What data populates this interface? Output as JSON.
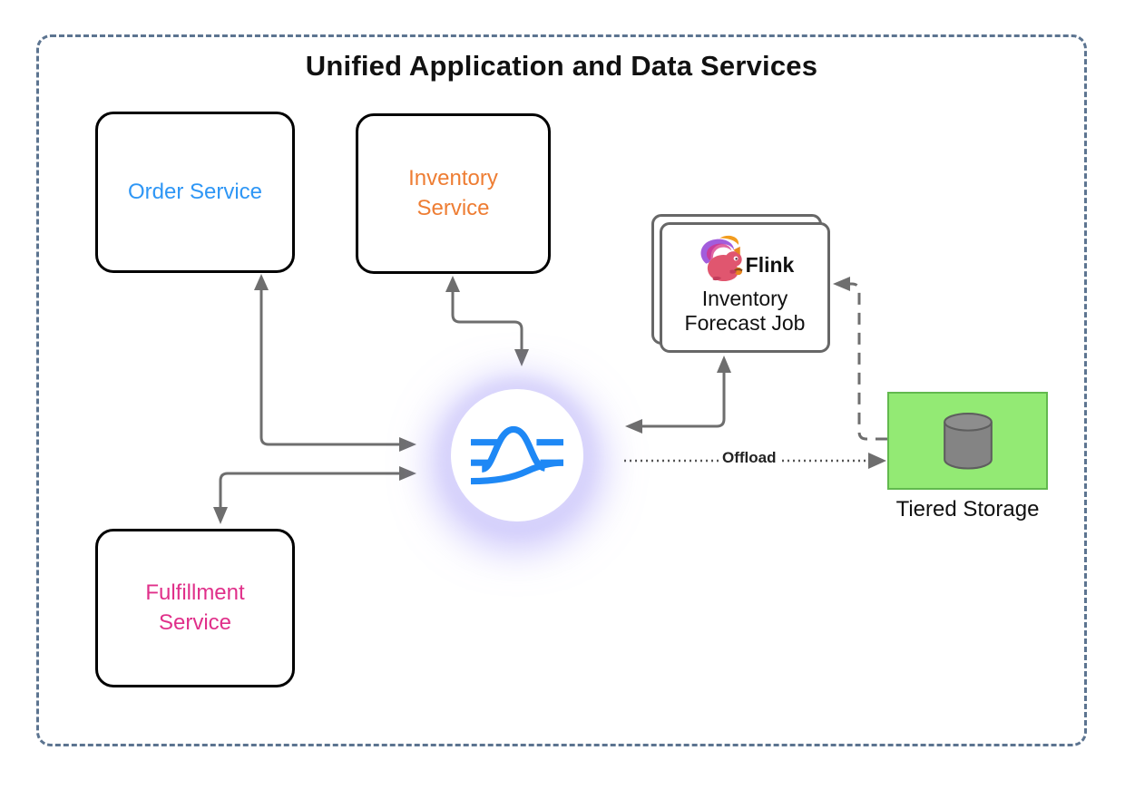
{
  "title": "Unified Application and Data Services",
  "frame": {
    "border_color": "#5c7490"
  },
  "nodes": {
    "order_service": {
      "label": "Order Service",
      "label_color": "#2e96f5"
    },
    "inventory_service": {
      "label": "Inventory Service",
      "label_color": "#ee7d33"
    },
    "fulfillment_service": {
      "label": "Fulfillment Service",
      "label_color": "#e0308a"
    },
    "streaming_platform": {
      "icon": "bell-curve-stream-logo",
      "logo_color": "#1e88f5",
      "glow_color": "#b9b1f7"
    },
    "flink_job": {
      "icon": "flink-squirrel-logo",
      "product": "Flink",
      "label": "Inventory Forecast Job"
    },
    "tiered_storage": {
      "icon": "database-cylinder-icon",
      "label": "Tiered Storage",
      "fill_color": "#93ea74"
    }
  },
  "edges": {
    "order_to_platform": {
      "style": "solid",
      "bidirectional": true
    },
    "inventory_to_platform": {
      "style": "solid",
      "bidirectional": true
    },
    "fulfillment_to_platform": {
      "style": "solid",
      "bidirectional": true
    },
    "platform_to_flink": {
      "style": "solid",
      "bidirectional": true
    },
    "platform_to_storage": {
      "style": "dotted",
      "label": "Offload"
    },
    "storage_to_flink": {
      "style": "dashed"
    },
    "line_color": "#6e6e6e"
  }
}
